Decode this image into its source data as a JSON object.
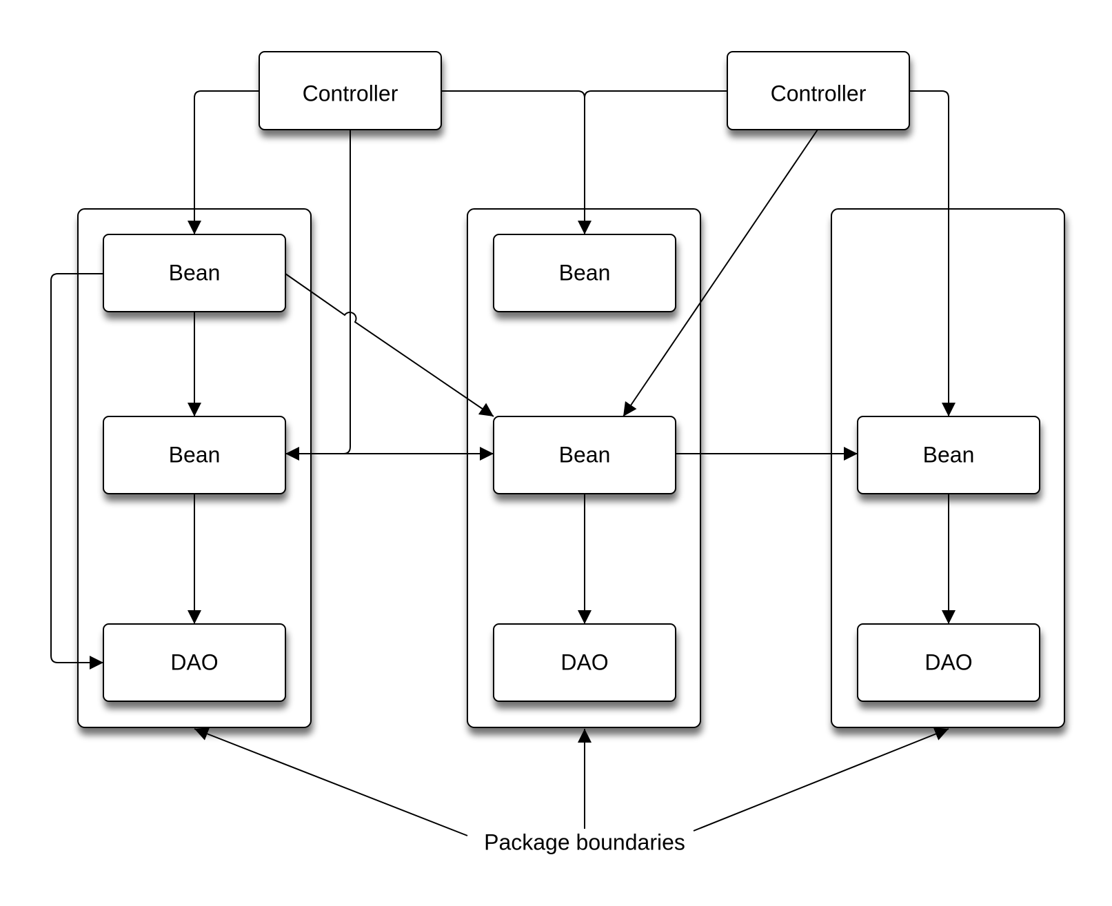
{
  "nodes": {
    "controller_1": "Controller",
    "controller_2": "Controller",
    "pkg1_bean_top": "Bean",
    "pkg1_bean_mid": "Bean",
    "pkg1_dao": "DAO",
    "pkg2_bean_top": "Bean",
    "pkg2_bean_mid": "Bean",
    "pkg2_dao": "DAO",
    "pkg3_bean_mid": "Bean",
    "pkg3_dao": "DAO"
  },
  "caption": "Package boundaries",
  "colors": {
    "line": "#000000",
    "box_fill": "#ffffff",
    "shadow": "#000000"
  }
}
